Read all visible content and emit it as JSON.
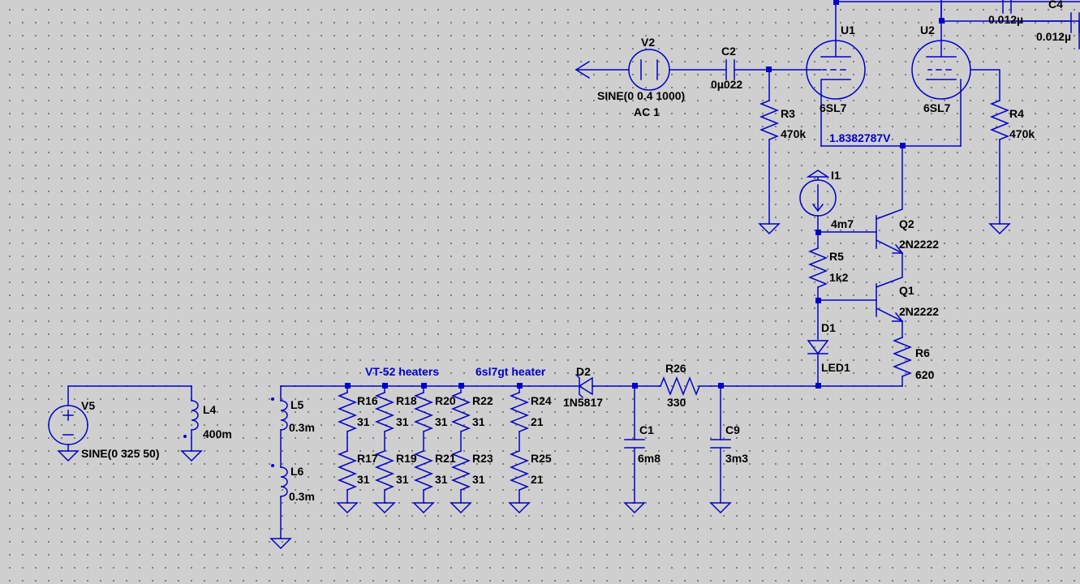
{
  "components": {
    "V2": {
      "ref": "V2",
      "value": "SINE(0 0.4 1000)",
      "ac": "AC 1"
    },
    "C2": {
      "ref": "C2",
      "value": "0µ022"
    },
    "R3": {
      "ref": "R3",
      "value": "470k"
    },
    "U1": {
      "ref": "U1",
      "value": "6SL7"
    },
    "U2": {
      "ref": "U2",
      "value": "6SL7"
    },
    "R4": {
      "ref": "R4",
      "value": "470k"
    },
    "C4": {
      "ref": "C4",
      "value": "0.012µ"
    },
    "C3v": {
      "value": "0.012µ"
    },
    "I1": {
      "ref": "I1",
      "value": "4m7"
    },
    "R5": {
      "ref": "R5",
      "value": "1k2"
    },
    "Q2": {
      "ref": "Q2",
      "value": "2N2222"
    },
    "Q1": {
      "ref": "Q1",
      "value": "2N2222"
    },
    "D1": {
      "ref": "D1",
      "value": "LED1"
    },
    "R6": {
      "ref": "R6",
      "value": "620"
    },
    "V5": {
      "ref": "V5",
      "value": "SINE(0 325 50)"
    },
    "L4": {
      "ref": "L4",
      "value": "400m"
    },
    "L5": {
      "ref": "L5",
      "value": "0.3m"
    },
    "L6": {
      "ref": "L6",
      "value": "0.3m"
    },
    "R16": {
      "ref": "R16",
      "value": "31"
    },
    "R17": {
      "ref": "R17",
      "value": "31"
    },
    "R18": {
      "ref": "R18",
      "value": "31"
    },
    "R19": {
      "ref": "R19",
      "value": "31"
    },
    "R20": {
      "ref": "R20",
      "value": "31"
    },
    "R21": {
      "ref": "R21",
      "value": "31"
    },
    "R22": {
      "ref": "R22",
      "value": "31"
    },
    "R23": {
      "ref": "R23",
      "value": "31"
    },
    "R24": {
      "ref": "R24",
      "value": "21"
    },
    "R25": {
      "ref": "R25",
      "value": "21"
    },
    "D2": {
      "ref": "D2",
      "value": "1N5817"
    },
    "R26": {
      "ref": "R26",
      "value": "330"
    },
    "C1": {
      "ref": "C1",
      "value": "6m8"
    },
    "C9": {
      "ref": "C9",
      "value": "3m3"
    }
  },
  "net_labels": {
    "voltage_probe": "1.8382787V",
    "vt52": "VT-52 heaters",
    "sl7": "6sl7gt heater"
  }
}
